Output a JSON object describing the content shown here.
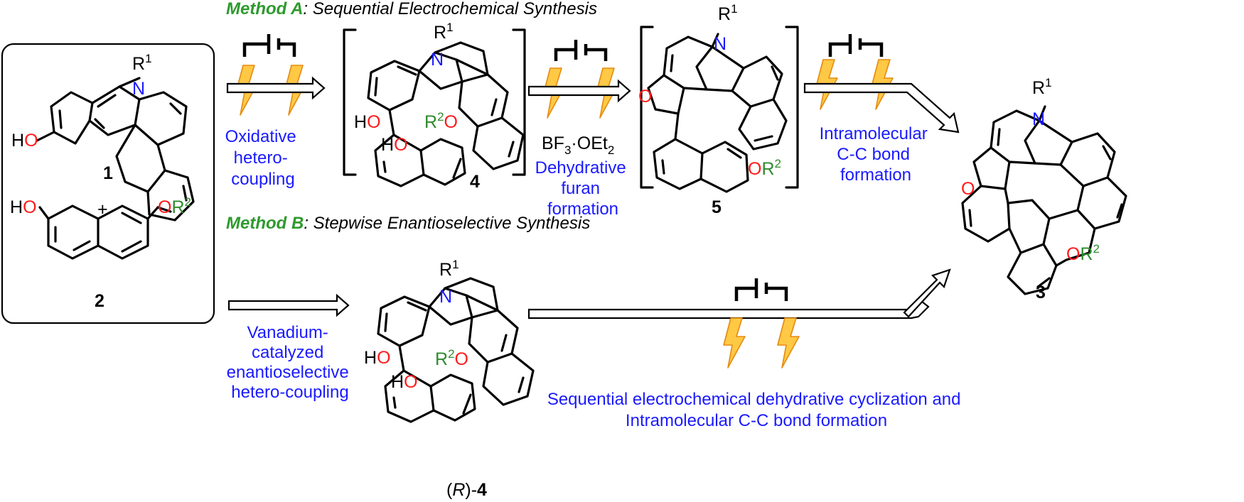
{
  "method_a": {
    "name": "Method A",
    "description": ": Sequential Electrochemical Synthesis"
  },
  "method_b": {
    "name": "Method B",
    "description": ": Stepwise Enantioselective Synthesis"
  },
  "compounds": {
    "c1": "1",
    "c2": "2",
    "c4": "4",
    "c5": "5",
    "c3": "3",
    "r4_prefix": "(",
    "r4_italic": "R",
    "r4_suffix": ")-",
    "r4_number": "4"
  },
  "atoms": {
    "r1": "R",
    "r1_sup": "1",
    "n": "N",
    "ho": "HO",
    "o": "O",
    "or_o": "O",
    "or_r": "R",
    "r2_sup": "2",
    "plus": "+"
  },
  "steps": {
    "step1": [
      "Oxidative",
      "hetero-",
      "coupling"
    ],
    "reagent_bf3": "BF",
    "reagent_bf3_sub": "3",
    "reagent_oet": "·OEt",
    "reagent_oet_sub": "2",
    "step2": [
      "Dehydrative",
      "furan",
      "formation"
    ],
    "step3": [
      "Intramolecular",
      "C-C bond",
      "formation"
    ],
    "step_b1": [
      "Vanadium-",
      "catalyzed",
      "enantioselective",
      "hetero-coupling"
    ],
    "step_b2": [
      "Sequential electrochemical dehydrative cyclization and",
      "Intramolecular C-C bond formation"
    ]
  },
  "colors": {
    "heteroatom_n": "#1a1aff",
    "heteroatom_o": "#ff1a1a",
    "substituent": "#2e8b2e",
    "method_title": "#2e9a2e",
    "step_text": "#1a1aff",
    "bolt_fill": "#ffc845"
  },
  "icons": [
    "battery-icon",
    "lightning-bolt-icon",
    "open-arrow-icon"
  ]
}
